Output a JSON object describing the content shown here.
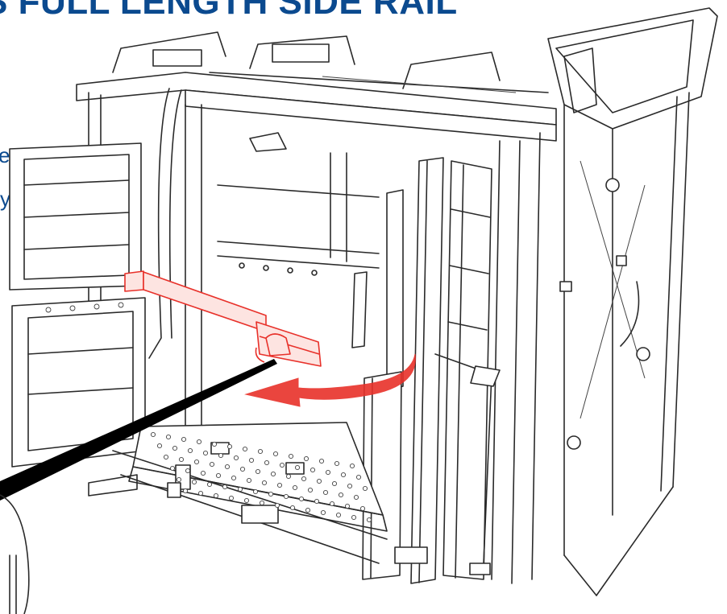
{
  "heading": {
    "text": "S FULL LENGTH SIDE RAIL",
    "color": "#0b4a8f"
  },
  "edge_letters": [
    "e",
    "y"
  ],
  "colors": {
    "line": "#2a2a2a",
    "accent_red": "#e8312a",
    "pointer": "#000000",
    "background": "#ffffff"
  },
  "subject": "cattle-crush-drawing"
}
